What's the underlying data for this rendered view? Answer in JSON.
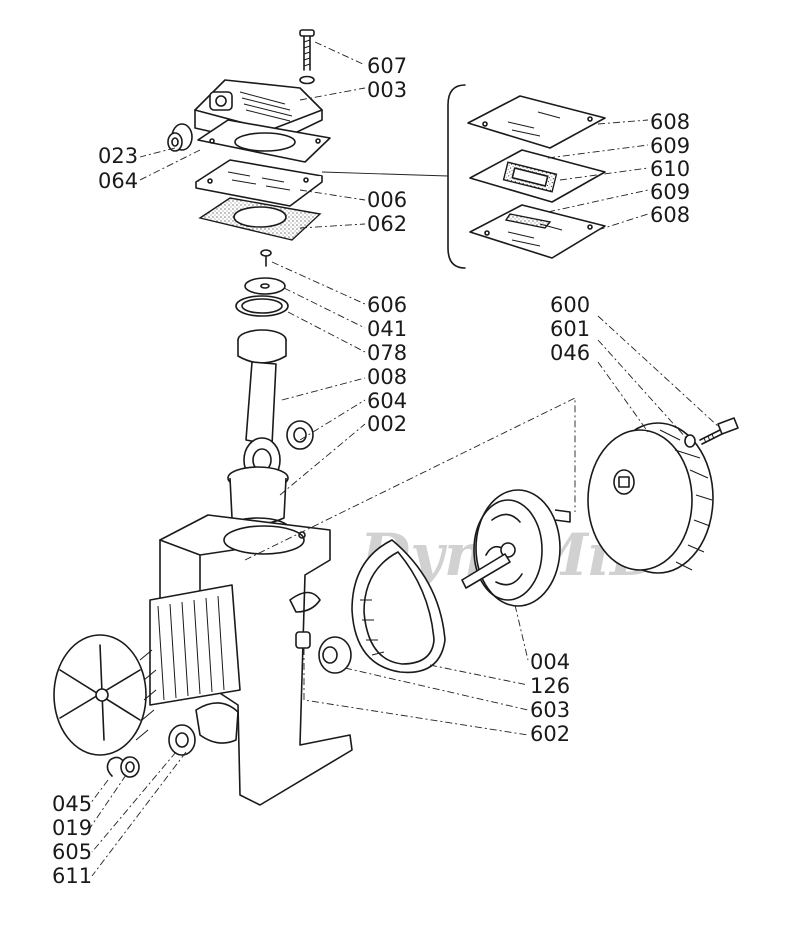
{
  "watermark": {
    "text": "DynaMiD",
    "registered": "®"
  },
  "labels": {
    "p607": "607",
    "p003": "003",
    "p023": "023",
    "p064": "064",
    "p006": "006",
    "p062": "062",
    "p608a": "608",
    "p609a": "609",
    "p610": "610",
    "p609b": "609",
    "p608b": "608",
    "p606": "606",
    "p041": "041",
    "p078": "078",
    "p008": "008",
    "p604": "604",
    "p002": "002",
    "p600": "600",
    "p601": "601",
    "p046": "046",
    "p004": "004",
    "p126": "126",
    "p603": "603",
    "p602": "602",
    "p045": "045",
    "p019": "019",
    "p605": "605",
    "p611": "611"
  }
}
